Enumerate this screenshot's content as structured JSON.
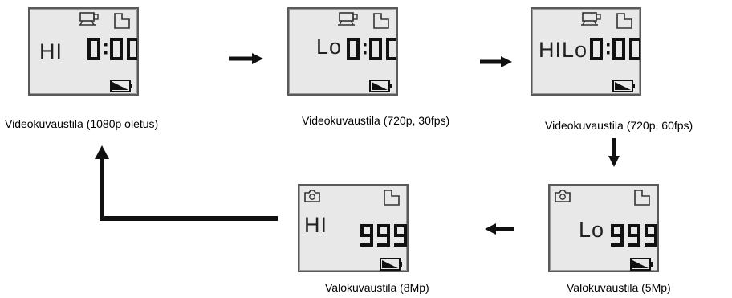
{
  "screens": [
    {
      "mode": "HI",
      "value": "0:00",
      "type": "video",
      "caption": "Videokuvaustila (1080p oletus)"
    },
    {
      "mode": "Lo",
      "value": "0:00",
      "type": "video",
      "caption": "Videokuvaustila (720p, 30fps)"
    },
    {
      "mode": "HILo",
      "value": "0:00",
      "type": "video",
      "caption": "Videokuvaustila (720p, 60fps)"
    },
    {
      "mode": "Lo",
      "value": "999",
      "type": "photo",
      "caption": "Valokuvaustila (5Mp)"
    },
    {
      "mode": "HI",
      "value": "999",
      "type": "photo",
      "caption": "Valokuvaustila (8Mp)"
    }
  ],
  "icons": [
    "video-camera-icon",
    "photo-camera-icon",
    "memory-card-icon",
    "battery-icon"
  ],
  "colors": {
    "lcd_bg": "#e8e8e8",
    "frame": "#5a5a5a",
    "arrow": "#111111"
  }
}
